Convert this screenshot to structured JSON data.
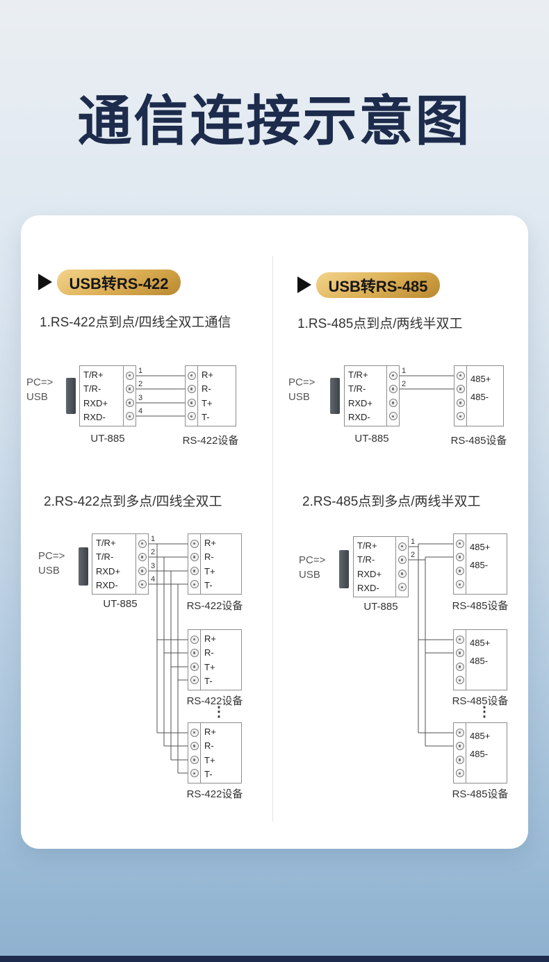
{
  "title": "通信连接示意图",
  "pc_label": {
    "line1": "PC=>",
    "line2": "USB"
  },
  "dots": "⋮",
  "left": {
    "badge": "USB转RS-422",
    "heading1": "1.RS-422点到点/四线全双工通信",
    "heading2": "2.RS-422点到多点/四线全双工",
    "adapter_name": "UT-885",
    "device_name": "RS-422设备",
    "adapter_terminals": [
      "T/R+",
      "T/R-",
      "RXD+",
      "RXD-"
    ],
    "device_terminals": [
      "R+",
      "R-",
      "T+",
      "T-"
    ],
    "pins": [
      "1",
      "2",
      "3",
      "4"
    ]
  },
  "right": {
    "badge": "USB转RS-485",
    "heading1": "1.RS-485点到点/两线半双工",
    "heading2": "2.RS-485点到多点/两线半双工",
    "adapter_name": "UT-885",
    "device_name": "RS-485设备",
    "adapter_terminals": [
      "T/R+",
      "T/R-",
      "RXD+",
      "RXD-"
    ],
    "device_terminals": [
      "485+",
      "485-"
    ],
    "pins": [
      "1",
      "2"
    ]
  },
  "colors": {
    "title_navy": "#1d2b4c",
    "badge_gold": "#ddb055",
    "footer_navy": "#1c2b4e"
  }
}
